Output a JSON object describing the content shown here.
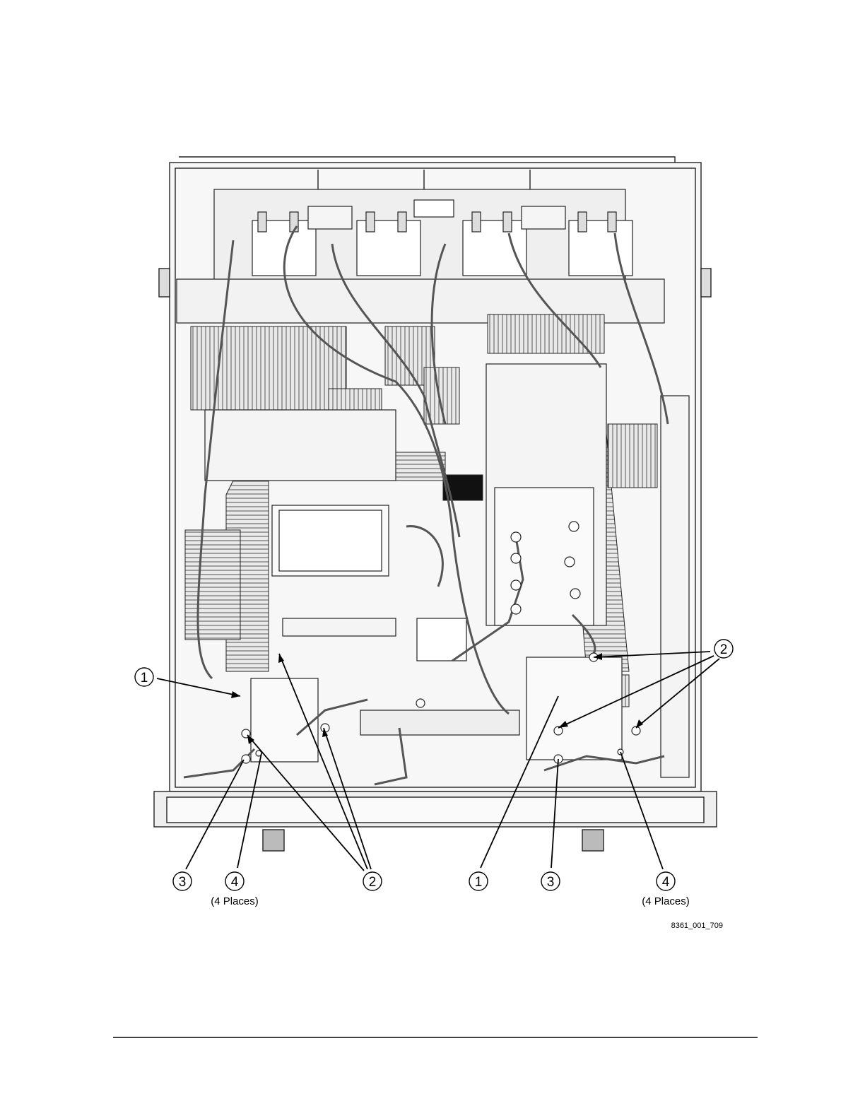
{
  "figure": {
    "figure_id": "8361_001_709"
  },
  "callouts": [
    {
      "number": "1"
    },
    {
      "number": "2"
    },
    {
      "number": "1"
    },
    {
      "number": "3"
    },
    {
      "number": "4"
    },
    {
      "number": "2"
    },
    {
      "number": "3"
    },
    {
      "number": "4"
    }
  ],
  "labels": {
    "left_places": "(4 Places)",
    "right_places": "(4 Places)"
  }
}
